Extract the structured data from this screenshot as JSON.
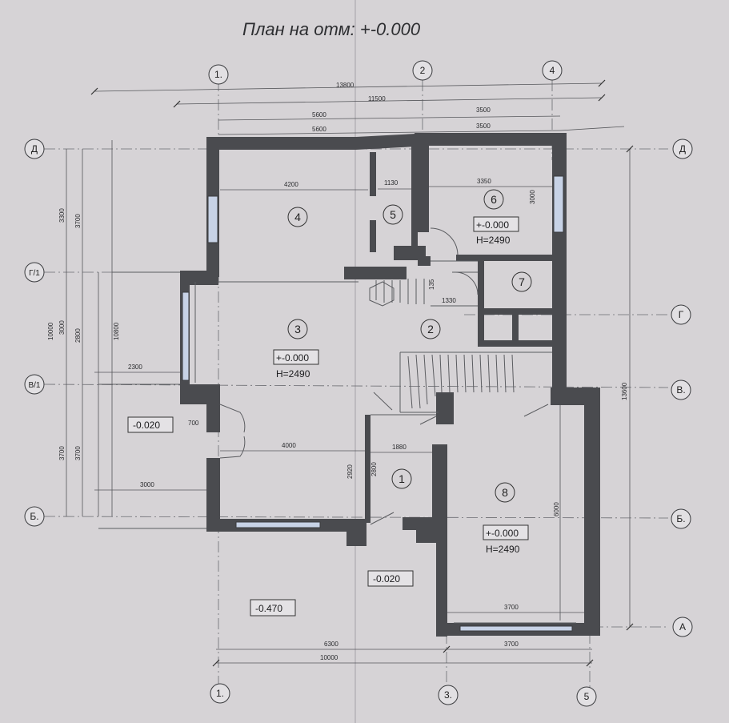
{
  "title": "План на отм: +-0.000",
  "axes": {
    "top": [
      "1.",
      "2",
      "4"
    ],
    "bottom": [
      "1.",
      "3.",
      "5"
    ],
    "left": [
      "Д",
      "Г/1",
      "В/1",
      "Б."
    ],
    "right": [
      "Д",
      "Г",
      "В.",
      "Б.",
      "А"
    ]
  },
  "dimensions": {
    "top_overall": "13800",
    "top_second": "11500",
    "top_a": "5600",
    "top_b": "3500",
    "top_c": "5600",
    "top_d": "3500",
    "room4_width": "4200",
    "room5_width": "1130",
    "room6_width": "3350",
    "room6_height": "3000",
    "stair_small": "135",
    "hall_width": "1330",
    "left_outer": "10000",
    "left_inner": "10800",
    "left_3300": "3300",
    "left_3700": "3700",
    "left_3000": "3000",
    "left_2800": "2800",
    "left_3700b": "3700",
    "left_3700c": "3700",
    "terrace_2300": "2300",
    "door_700": "700",
    "terrace_3000": "3000",
    "room3_width": "4000",
    "room1_2920": "2920",
    "room1_2800": "2800",
    "room1_width": "1880",
    "room8_height": "6000",
    "room8_width": "3700",
    "right_overall": "13600",
    "bottom_6300": "6300",
    "bottom_3700": "3700",
    "bottom_10000": "10000"
  },
  "rooms": [
    "1",
    "2",
    "3",
    "4",
    "5",
    "6",
    "7",
    "8"
  ],
  "levels": {
    "room3": "+-0.000",
    "room3_h": "H=2490",
    "room6": "+-0.000",
    "room6_h": "H=2490",
    "room8": "+-0.000",
    "room8_h": "H=2490",
    "terrace_left": "-0.020",
    "entrance": "-0.020",
    "ground": "-0.470"
  }
}
